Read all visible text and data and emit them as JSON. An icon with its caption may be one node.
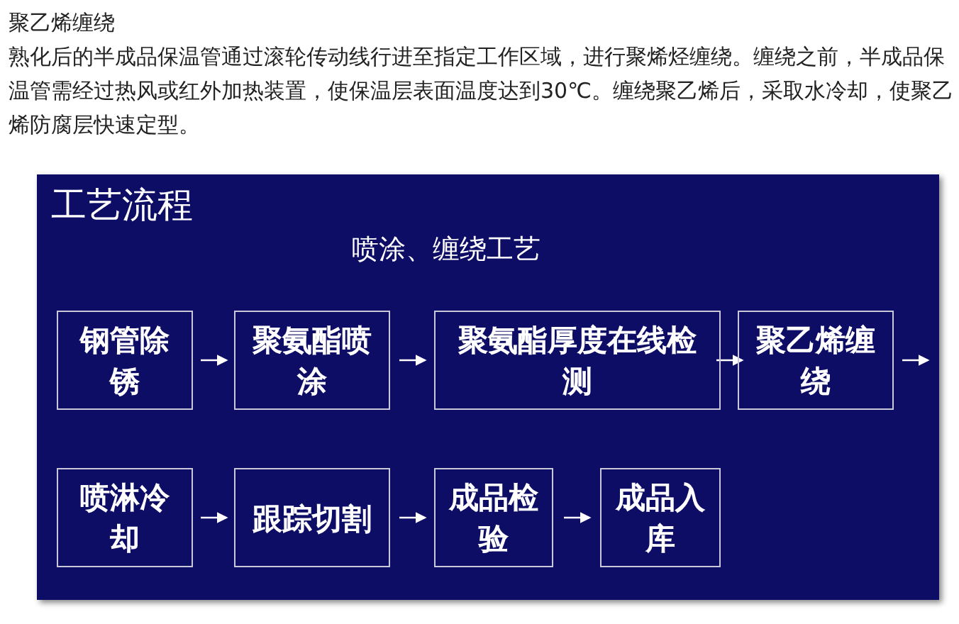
{
  "diagram": {
    "title": "聚乙烯缠绕",
    "labels": [
      "熟化后的半成品保温管通过滚轮传动线行进至指定工作区域，进行聚烯烃缠绕。缠绕之前，半成品保温管需经过热风或红外加热装置，使保温层表面温度达到30℃。缠绕聚乙烯后，采取水冷却，使聚乙烯防腐层快速定型。"
    ],
    "nodes": [
      {
        "text": [
          "工艺流程",
          "喷涂、缠绕工艺"
        ]
      },
      {
        "text": [
          "钢管除锈"
        ],
        "in": 0
      },
      {
        "text": [
          "聚氨酯喷涂"
        ],
        "in": 0
      },
      {
        "text": [
          "聚氨酯厚度在线检测"
        ],
        "in": 0
      },
      {
        "text": [
          "聚乙烯缠绕"
        ],
        "in": 0
      },
      {
        "text": [
          "喷淋冷却"
        ],
        "in": 0
      },
      {
        "text": [
          "跟踪切割"
        ],
        "in": 0
      },
      {
        "text": [
          "成品检验"
        ],
        "in": 0
      },
      {
        "text": [
          "成品入库"
        ],
        "in": 0
      }
    ],
    "edges": [
      {
        "from": 1,
        "to": 2,
        "arrow": "to"
      },
      {
        "from": 2,
        "to": 3,
        "arrow": "to"
      },
      {
        "from": 3,
        "to": 4,
        "arrow": "to"
      },
      {
        "from": 4,
        "to": null,
        "arrow": "to"
      },
      {
        "from": 5,
        "to": 6,
        "arrow": "to"
      },
      {
        "from": 6,
        "to": 7,
        "arrow": "to"
      },
      {
        "from": 7,
        "to": 8,
        "arrow": "to"
      }
    ]
  }
}
